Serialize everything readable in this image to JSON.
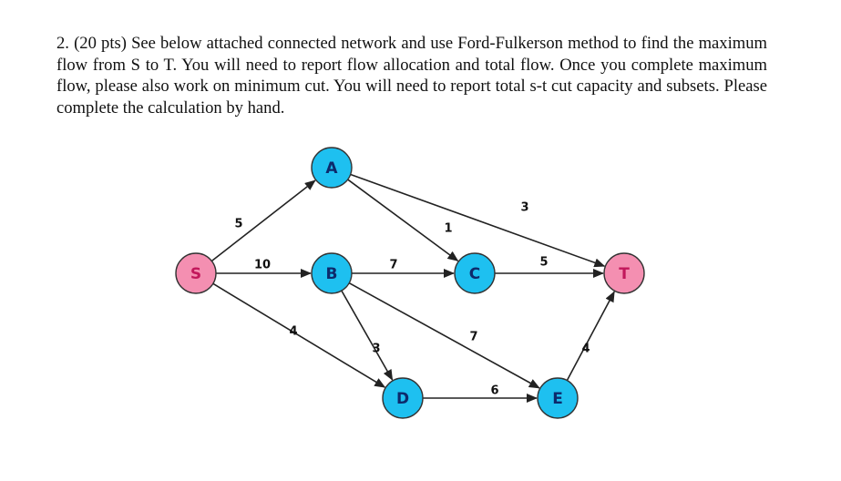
{
  "problem": {
    "text": "2. (20 pts) See below attached connected network and use Ford-Fulkerson method to find the maximum flow from S to T. You will need to report flow allocation and total flow. Once you complete maximum flow, please also work on minimum cut. You will need to report total s-t cut capacity and subsets. Please complete the calculation by hand."
  },
  "network": {
    "nodes": [
      {
        "id": "S",
        "label": "S",
        "fill": "#f48fb1",
        "text_color": "#c2185b"
      },
      {
        "id": "A",
        "label": "A",
        "fill": "#1ec0f0",
        "text_color": "#0d2a6b"
      },
      {
        "id": "B",
        "label": "B",
        "fill": "#1ec0f0",
        "text_color": "#0d2a6b"
      },
      {
        "id": "C",
        "label": "C",
        "fill": "#1ec0f0",
        "text_color": "#0d2a6b"
      },
      {
        "id": "D",
        "label": "D",
        "fill": "#1ec0f0",
        "text_color": "#0d2a6b"
      },
      {
        "id": "E",
        "label": "E",
        "fill": "#1ec0f0",
        "text_color": "#0d2a6b"
      },
      {
        "id": "T",
        "label": "T",
        "fill": "#f48fb1",
        "text_color": "#c2185b"
      }
    ],
    "edges": [
      {
        "from": "S",
        "to": "A",
        "capacity": "5"
      },
      {
        "from": "S",
        "to": "B",
        "capacity": "10"
      },
      {
        "from": "S",
        "to": "D",
        "capacity": "4"
      },
      {
        "from": "A",
        "to": "C",
        "capacity": "1"
      },
      {
        "from": "A",
        "to": "T",
        "capacity": "3"
      },
      {
        "from": "B",
        "to": "C",
        "capacity": "7"
      },
      {
        "from": "B",
        "to": "D",
        "capacity": "3"
      },
      {
        "from": "B",
        "to": "E",
        "capacity": "7"
      },
      {
        "from": "C",
        "to": "T",
        "capacity": "5"
      },
      {
        "from": "D",
        "to": "E",
        "capacity": "6"
      },
      {
        "from": "E",
        "to": "T",
        "capacity": "4"
      }
    ]
  }
}
